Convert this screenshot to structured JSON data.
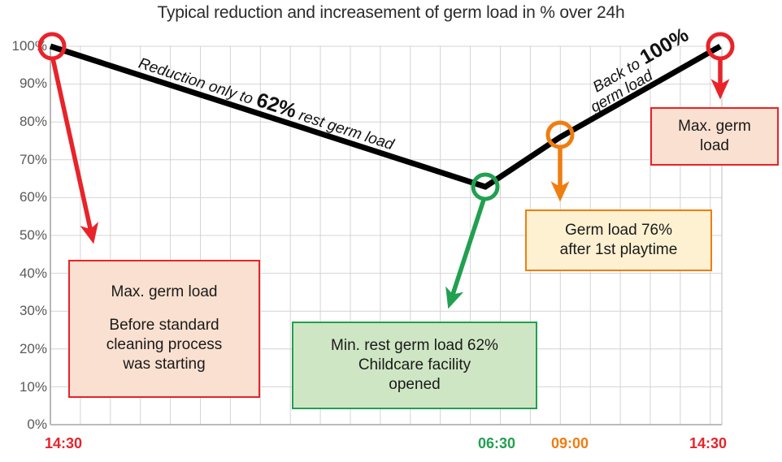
{
  "chart_data": {
    "type": "line",
    "title": "Typical reduction and increasement of germ load in % over 24h",
    "xlabel": "",
    "ylabel": "",
    "ylim": [
      0,
      100
    ],
    "ytick_labels": [
      "100%",
      "90%",
      "80%",
      "70%",
      "60%",
      "50%",
      "40%",
      "30%",
      "20%",
      "10%",
      "0%"
    ],
    "ytick_values": [
      100,
      90,
      80,
      70,
      60,
      50,
      40,
      30,
      20,
      10,
      0
    ],
    "x": [
      "14:30",
      "06:30",
      "09:00",
      "14:30"
    ],
    "xtick_labels": [
      "14:30",
      "06:30",
      "09:00",
      "14:30"
    ],
    "xtick_colors": [
      "#e8232a",
      "#21a050",
      "#ef7d10",
      "#e8232a"
    ],
    "values": [
      100,
      62,
      76,
      100
    ],
    "grid": true,
    "legend": "none",
    "series": [
      {
        "name": "germ load",
        "color": "#000000",
        "values": [
          100,
          62,
          76,
          100
        ]
      }
    ],
    "markers": [
      {
        "name": "start-max-germ-load",
        "time": "14:30",
        "value": 100,
        "color": "#e8232a"
      },
      {
        "name": "min-rest-germ-load",
        "time": "06:30",
        "value": 62,
        "color": "#21a050"
      },
      {
        "name": "after-first-playtime",
        "time": "09:00",
        "value": 76,
        "color": "#ef7d10"
      },
      {
        "name": "end-max-germ-load",
        "time": "14:30",
        "value": 100,
        "color": "#e8232a"
      }
    ],
    "annotations": [
      {
        "name": "reduction-label",
        "text": "Reduction only to 62% rest germ load",
        "emphasis": "62%"
      },
      {
        "name": "increase-label",
        "text": "Back to 100% germ load",
        "emphasis": "100%"
      }
    ]
  },
  "title": "Typical reduction and increasement of germ load in % over 24h",
  "yaxis": {
    "ticks": [
      "100%",
      "90%",
      "80%",
      "70%",
      "60%",
      "50%",
      "40%",
      "30%",
      "20%",
      "10%",
      "0%"
    ]
  },
  "xaxis": {
    "ticks": [
      {
        "label": "14:30",
        "color": "#e8232a"
      },
      {
        "label": "06:30",
        "color": "#21a050"
      },
      {
        "label": "09:00",
        "color": "#ef7d10"
      },
      {
        "label": "14:30",
        "color": "#e8232a"
      }
    ]
  },
  "line_labels": {
    "reduction_pre": "Reduction only to ",
    "reduction_big": "62%",
    "reduction_post": " rest germ load",
    "increase_line1_pre": "Back to ",
    "increase_line1_big": "100%",
    "increase_line2": "germ load"
  },
  "callouts": {
    "start": {
      "line1": "Max. germ load",
      "line2": "Before standard",
      "line3": "cleaning process",
      "line4": "was starting",
      "fill": "#fae0d0",
      "border": "#e8232a"
    },
    "min": {
      "line1": "Min. rest germ load 62%",
      "line2": "Childcare facility",
      "line3": "opened",
      "fill": "#cfe6c4",
      "border": "#21a050"
    },
    "playtime": {
      "line1": "Germ load 76%",
      "line2": "after 1st playtime",
      "fill": "#fdf1d2",
      "border": "#ef7d10"
    },
    "end": {
      "line1": "Max. germ",
      "line2": "load",
      "fill": "#fae0d0",
      "border": "#e8232a"
    }
  },
  "colors": {
    "red": "#e8232a",
    "green": "#21a050",
    "orange": "#ef7d10",
    "line": "#000000",
    "grid": "#d4d4d4",
    "axis": "#a6a6a6",
    "text": "#2b2b2b"
  }
}
